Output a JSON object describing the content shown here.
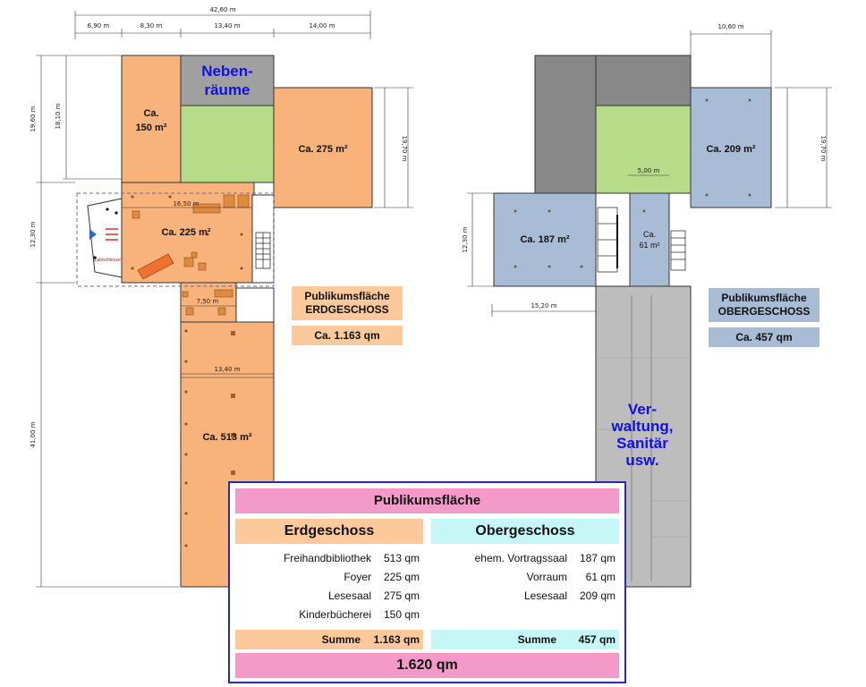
{
  "dimensions": {
    "top_total": "42,60 m",
    "top_segments": [
      "6,90 m",
      "8,30 m",
      "13,40 m",
      "14,00 m"
    ],
    "left_19_60": "19,60 m",
    "left_18_10": "18,10 m",
    "left_12_30": "12,30 m",
    "left_41_00": "41,00 m",
    "right_19_70": "19,70 m",
    "inner_16_50": "16,50 m",
    "inner_7_50": "7,50 m",
    "inner_13_40": "13,40 m",
    "og_top_10_60": "10,60 m",
    "og_right_19_70": "19,70 m",
    "og_left_12_30": "12,30 m",
    "og_5_00": "5,00 m",
    "og_15_20": "15,20 m"
  },
  "ground_floor": {
    "room_150": [
      "Ca.",
      "150 m²"
    ],
    "room_275": "Ca. 275 m²",
    "room_225": "Ca. 225 m²",
    "room_513": "Ca. 513 m²",
    "nebenraeume": [
      "Neben-",
      "räume"
    ],
    "zahlschleuse": "„Zahlschleuse“",
    "label": [
      "Publikumsfläche",
      "ERDGESCHOSS"
    ],
    "total": "Ca. 1.163 qm"
  },
  "upper_floor": {
    "room_209": "Ca. 209 m²",
    "room_187": "Ca. 187 m²",
    "room_61": [
      "Ca.",
      "61 m²"
    ],
    "verwaltung": [
      "Ver-",
      "waltung,",
      "Sanitär",
      "usw."
    ],
    "label": [
      "Publikumsfläche",
      "OBERGESCHOSS"
    ],
    "total": "Ca. 457 qm"
  },
  "summary": {
    "title": "Publikumsfläche",
    "eg_heading": "Erdgeschoss",
    "og_heading": "Obergeschoss",
    "eg_rows": [
      {
        "name": "Freihandbibliothek",
        "value": "513 qm"
      },
      {
        "name": "Foyer",
        "value": "225 qm"
      },
      {
        "name": "Lesesaal",
        "value": "275 qm"
      },
      {
        "name": "Kinderbücherei",
        "value": "150 qm"
      }
    ],
    "og_rows": [
      {
        "name": "ehem. Vortragssaal",
        "value": "187 qm"
      },
      {
        "name": "Vorraum",
        "value": "61 qm"
      },
      {
        "name": "Lesesaal",
        "value": "209 qm"
      }
    ],
    "sum_label": "Summe",
    "eg_sum": "1.163 qm",
    "og_sum": "457 qm",
    "grand_total": "1.620 qm"
  },
  "colors": {
    "orange": "#f8b27a",
    "green": "#b6dc8a",
    "gray": "#a0a0a0",
    "blue": "#a8bcd6",
    "pink": "#f49ac9",
    "peach": "#fbc99a",
    "cyan": "#c6f6f6"
  }
}
